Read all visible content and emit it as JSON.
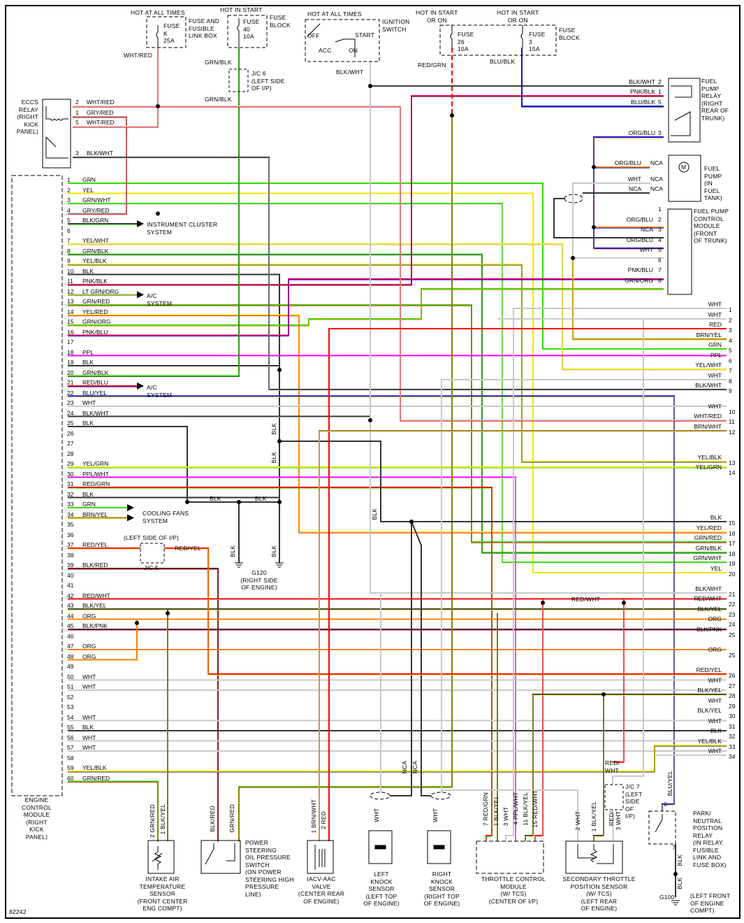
{
  "diagram_number": "82242",
  "wire_colors": {
    "GRN": "#33dd00",
    "LT GRN": "#66cc66",
    "YEL": "#f2e600",
    "WHT": "#c8c8c8",
    "BLK": "#333333",
    "RED": "#ff0000",
    "GRY": "#999999",
    "PNK": "#ff0055",
    "PPL": "#ff00ff",
    "BLU": "#0000ff",
    "ORG": "#ff8000",
    "BRN": "#b08000"
  },
  "power": {
    "hot_at_all_times": "HOT AT ALL TIMES",
    "hot_in_start": "HOT IN START",
    "hot_in_start_or_on": "HOT IN START\nOR ON",
    "fuse_k": "FUSE\nK\n25A",
    "fuse_and_link_box": "FUSE AND\nFUSIBLE\nLINK BOX",
    "fuse_40": "FUSE\n40\n10A",
    "fuse_block": "FUSE\nBLOCK",
    "fuse_26": "FUSE\n26\n10A",
    "fuse_3": "FUSE\n3\n15A",
    "ignition_switch": "IGNITION\nSWITCH",
    "ign_off": "OFF",
    "ign_acc": "ACC",
    "ign_start": "START",
    "ign_on": "ON",
    "wht_red": "WHT/RED",
    "grn_blk": "GRN/BLK",
    "blk_wht": "BLK/WHT",
    "red_grn": "RED/GRN",
    "blu_blk": "BLU/BLK",
    "jc6": "J/C 6\n(LEFT SIDE\nOF I/P)"
  },
  "eccs_relay": {
    "label": "ECCS\nRELAY\n(RIGHT\nKICK\nPANEL)",
    "pins": [
      {
        "n": "2",
        "wire": "WHT/RED"
      },
      {
        "n": "1",
        "wire": "GRY/RED"
      },
      {
        "n": "5",
        "wire": "WHT/RED"
      },
      {
        "n": "3",
        "wire": "BLK/WHT"
      }
    ]
  },
  "fuel_pump_relay": {
    "label": "FUEL\nPUMP\nRELAY\n(RIGHT\nREAR OF\nTRUNK)",
    "pins": [
      {
        "n": "2",
        "wire": "BLK/WHT"
      },
      {
        "n": "1",
        "wire": "PNK/BLK"
      },
      {
        "n": "5",
        "wire": "BLU/BLK"
      },
      {
        "n": "3",
        "wire": "ORG/BLU"
      }
    ]
  },
  "fuel_pump": {
    "label": "FUEL\nPUMP\n(IN\nFUEL\nTANK)",
    "motor": "M",
    "wires": [
      {
        "wire": "ORG/BLU",
        "pin": "NCA"
      },
      {
        "wire": "WHT",
        "pin": "NCA"
      },
      {
        "wire": "NCA",
        "pin": "NCA"
      }
    ]
  },
  "fuel_pump_control_module": {
    "label": "FUEL PUMP\nCONTROL\nMODULE\n(FRONT\nOF TRUNK)",
    "pins": [
      {
        "n": "1",
        "wire": ""
      },
      {
        "n": "2",
        "wire": "ORG/BLU"
      },
      {
        "n": "3",
        "wire": "NCA"
      },
      {
        "n": "4",
        "wire": "ORG/BLU"
      },
      {
        "n": "5",
        "wire": "WHT"
      },
      {
        "n": "6",
        "wire": ""
      },
      {
        "n": "7",
        "wire": "PNK/BLU"
      },
      {
        "n": "8",
        "wire": "GRN/ORG"
      }
    ]
  },
  "ecm": {
    "label": "ENGINE\nCONTROL\nMODULE\n(RIGHT\nKICK\nPANEL)",
    "pins": [
      {
        "n": "1",
        "wire": "GRN"
      },
      {
        "n": "2",
        "wire": "YEL"
      },
      {
        "n": "3",
        "wire": "GRN/WHT"
      },
      {
        "n": "4",
        "wire": "GRY/RED"
      },
      {
        "n": "5",
        "wire": "BLK/GRN"
      },
      {
        "n": "6",
        "wire": ""
      },
      {
        "n": "7",
        "wire": "YEL/WHT"
      },
      {
        "n": "8",
        "wire": "GRN/BLK"
      },
      {
        "n": "9",
        "wire": "YEL/BLK"
      },
      {
        "n": "10",
        "wire": "BLK"
      },
      {
        "n": "11",
        "wire": "PNK/BLK"
      },
      {
        "n": "12",
        "wire": "LT GRN/ORG"
      },
      {
        "n": "13",
        "wire": "GRN/RED"
      },
      {
        "n": "14",
        "wire": "YEL/RED"
      },
      {
        "n": "15",
        "wire": "GRN/ORG"
      },
      {
        "n": "16",
        "wire": "PNK/BLU"
      },
      {
        "n": "17",
        "wire": ""
      },
      {
        "n": "18",
        "wire": "PPL"
      },
      {
        "n": "19",
        "wire": "BLK"
      },
      {
        "n": "20",
        "wire": "GRN/BLK"
      },
      {
        "n": "21",
        "wire": "RED/BLU"
      },
      {
        "n": "22",
        "wire": "BLU/YEL"
      },
      {
        "n": "23",
        "wire": "WHT"
      },
      {
        "n": "24",
        "wire": "BLK/WHT"
      },
      {
        "n": "25",
        "wire": "BLK"
      },
      {
        "n": "26",
        "wire": ""
      },
      {
        "n": "27",
        "wire": ""
      },
      {
        "n": "28",
        "wire": ""
      },
      {
        "n": "29",
        "wire": "YEL/GRN"
      },
      {
        "n": "30",
        "wire": "PPL/WHT"
      },
      {
        "n": "31",
        "wire": "RED/GRN"
      },
      {
        "n": "32",
        "wire": "BLK"
      },
      {
        "n": "33",
        "wire": "GRN"
      },
      {
        "n": "34",
        "wire": "BRN/YEL"
      },
      {
        "n": "35",
        "wire": ""
      },
      {
        "n": "36",
        "wire": ""
      },
      {
        "n": "37",
        "wire": "RED/YEL"
      },
      {
        "n": "38",
        "wire": ""
      },
      {
        "n": "39",
        "wire": "BLK/RED"
      },
      {
        "n": "40",
        "wire": ""
      },
      {
        "n": "41",
        "wire": ""
      },
      {
        "n": "42",
        "wire": "RED/WHT"
      },
      {
        "n": "43",
        "wire": "BLK/YEL"
      },
      {
        "n": "44",
        "wire": "ORG"
      },
      {
        "n": "45",
        "wire": "BLK/PNK"
      },
      {
        "n": "46",
        "wire": ""
      },
      {
        "n": "47",
        "wire": "ORG"
      },
      {
        "n": "48",
        "wire": "ORG"
      },
      {
        "n": "49",
        "wire": ""
      },
      {
        "n": "50",
        "wire": "WHT"
      },
      {
        "n": "51",
        "wire": "WHT"
      },
      {
        "n": "52",
        "wire": ""
      },
      {
        "n": "53",
        "wire": ""
      },
      {
        "n": "54",
        "wire": "WHT"
      },
      {
        "n": "55",
        "wire": "BLK"
      },
      {
        "n": "56",
        "wire": "WHT"
      },
      {
        "n": "57",
        "wire": "WHT"
      },
      {
        "n": "58",
        "wire": ""
      },
      {
        "n": "59",
        "wire": "YEL/BLK"
      },
      {
        "n": "60",
        "wire": "GRN/RED"
      }
    ]
  },
  "right_connector": {
    "pins": [
      {
        "n": "1",
        "wire": "WHT"
      },
      {
        "n": "2",
        "wire": "WHT"
      },
      {
        "n": "3",
        "wire": "RED"
      },
      {
        "n": "4",
        "wire": "BRN/YEL"
      },
      {
        "n": "5",
        "wire": "GRN"
      },
      {
        "n": "6",
        "wire": "PPL"
      },
      {
        "n": "7",
        "wire": "YEL/WHT"
      },
      {
        "n": "8",
        "wire": "WHT"
      },
      {
        "n": "9",
        "wire": "BLK/WHT"
      },
      {
        "n": "10",
        "wire": "WHT"
      },
      {
        "n": "11",
        "wire": "WHT/RED"
      },
      {
        "n": "12",
        "wire": "BRN/WHT"
      },
      {
        "n": "13",
        "wire": "YEL/BLK"
      },
      {
        "n": "14",
        "wire": "YEL/GRN"
      },
      {
        "n": "15",
        "wire": "BLK"
      },
      {
        "n": "16",
        "wire": "YEL/RED"
      },
      {
        "n": "17",
        "wire": "GRN/RED"
      },
      {
        "n": "18",
        "wire": "GRN/BLK"
      },
      {
        "n": "19",
        "wire": "GRN/WHT"
      },
      {
        "n": "20",
        "wire": "YEL"
      },
      {
        "n": "21",
        "wire": "BLK/WHT"
      },
      {
        "n": "22",
        "wire": "RED/WHT"
      },
      {
        "n": "23",
        "wire": "BLK/YEL"
      },
      {
        "n": "24",
        "wire": "ORG"
      },
      {
        "n": "25",
        "wire": "BLK/PNK"
      },
      {
        "n": "25",
        "wire": "ORG"
      },
      {
        "n": "26",
        "wire": "RED/YEL"
      },
      {
        "n": "27",
        "wire": "WHT"
      },
      {
        "n": "28",
        "wire": "BLK/YEL"
      },
      {
        "n": "29",
        "wire": "WHT"
      },
      {
        "n": "30",
        "wire": "BLK/YEL"
      },
      {
        "n": "31",
        "wire": "WHT"
      },
      {
        "n": "32",
        "wire": "BLK"
      },
      {
        "n": "33",
        "wire": "YEL/BLK"
      },
      {
        "n": "34",
        "wire": "WHT"
      }
    ]
  },
  "systems": {
    "instrument_cluster": "INSTRUMENT CLUSTER\nSYSTEM",
    "ac_1": "A/C\nSYSTEM",
    "ac_2": "A/C\nSYSTEM",
    "cooling_fans": "COOLING FANS\nSYSTEM"
  },
  "grounds": {
    "blk": "BLK",
    "g120": "G120\n(RIGHT SIDE\nOF ENGINE)",
    "g100": "G100",
    "g100_location": "(LEFT FRONT\nOF ENGINE\nCOMPT)"
  },
  "junctions": {
    "jc5_location": "(LEFT SIDE OF I/P)",
    "jc5": "J/C 5",
    "red_yel": "RED/YEL",
    "red_wht": "RED/WHT",
    "nca": "NCA",
    "jc7": "J/C 7\n(LEFT\nSIDE\nOF\nI/P)",
    "red_wht_stacked": "RED/\nWHT"
  },
  "bottom_components": {
    "iat": {
      "label": "INTAKE AIR\nTEMPERATURE\nSENSOR\n(FRONT CENTER\nENG COMPT)",
      "w2": "2 GRN/RED",
      "w1": "1 BLK/YEL"
    },
    "ps_switch": {
      "label": "POWER\nSTEERING\nOIL PRESSURE\nSWITCH\n(ON POWER\nSTEERING HIGH\nPRESSURE\nLINE)",
      "wa": "BLK/RED",
      "wb": "GRN/RED"
    },
    "iacv": {
      "label": "IACV-AAC\nVALVE\n(CENTER REAR\nOF ENGINE)",
      "w1": "1 BRN/WHT",
      "w2": "2 RED"
    },
    "left_knock": {
      "label": "LEFT\nKNOCK\nSENSOR\n(LEFT TOP\nOF ENGINE)",
      "wire": "WHT"
    },
    "right_knock": {
      "label": "RIGHT\nKNOCK\nSENSOR\n(RIGHT TOP\nOF ENGINE)",
      "wire": "WHT"
    },
    "tcm": {
      "label": "THROTTLE CONTROL\nMODULE\n(W/ TCS)\n(CENTER OF I/P)",
      "pins": [
        "7 RED/GRN",
        "1 BLK/YEL",
        "3 WHT",
        "4 PPL/WHT",
        "11 BLK/YEL",
        "15 RED/WHT"
      ]
    },
    "stps": {
      "label": "SECONDARY THROTTLE\nPOSITION SENSOR\n(W/ TCS)\n(LEFT REAR\nOF ENGINE)",
      "pins": [
        "2 WHT",
        "1 BLK/YEL",
        "3 WHT"
      ],
      "pin3_color": "RED/"
    },
    "pnp_relay": {
      "label": "PARK/\nNEUTRAL\nPOSITION\nRELAY\n(IN RELAY,\nFUSIBLE\nLINK AND\nFUSE BOX)",
      "pin6": "6",
      "pin7": "7",
      "wire_in": "BLU/YEL",
      "wire_out": "BLK",
      "wire_gnd": "BLK"
    }
  }
}
